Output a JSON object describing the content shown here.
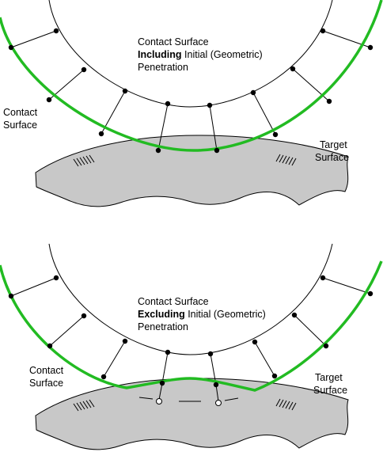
{
  "panels": [
    {
      "id": "including",
      "title_line1": "Contact Surface",
      "title_bold": "Including",
      "title_rest": " Initial (Geometric)",
      "title_line3": "Penetration",
      "contact_label_line1": "Contact",
      "contact_label_line2": "Surface",
      "target_label_line1": "Target",
      "target_label_line2": "Surface"
    },
    {
      "id": "excluding",
      "title_line1": "Contact Surface",
      "title_bold": "Excluding",
      "title_rest": " Initial (Geometric)",
      "title_line3": "Penetration",
      "contact_label_line1": "Contact",
      "contact_label_line2": "Surface",
      "target_label_line1": "Target",
      "target_label_line2": "Surface"
    }
  ],
  "colors": {
    "contact_surface": "#22bb22",
    "target_fill": "#c8c8c8",
    "lines": "#000000",
    "node_fill": "#000000",
    "projected_node_fill": "#ffffff"
  }
}
